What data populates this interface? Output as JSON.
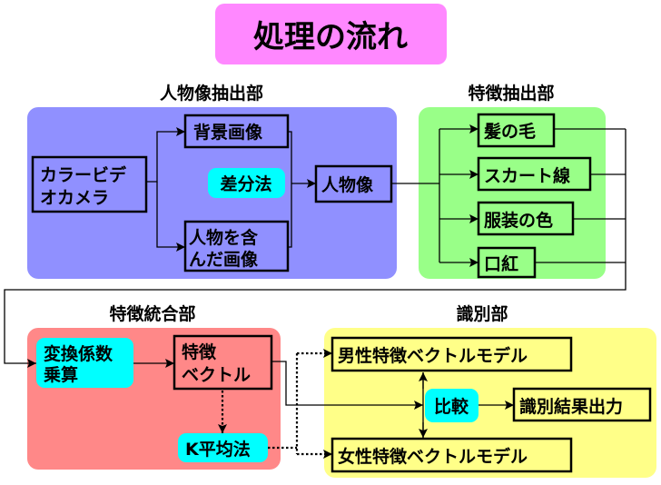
{
  "title": "処理の流れ",
  "colors": {
    "title_bg": "#ff88ff",
    "person_section": "#9090ff",
    "feature_section": "#99ff88",
    "integration_section": "#ff8888",
    "identification_section": "#ffff88",
    "method_box": "#00ffff"
  },
  "sections": {
    "person_extraction": {
      "label": "人物像抽出部",
      "nodes": {
        "camera_line1": "カラービデ",
        "camera_line2": "オカメラ",
        "background": "背景画像",
        "person_img_line1": "人物を含",
        "person_img_line2": "んだ画像",
        "diff_method": "差分法",
        "person": "人物像"
      }
    },
    "feature_extraction": {
      "label": "特徴抽出部",
      "nodes": [
        "髪の毛",
        "スカート線",
        "服装の色",
        "口紅"
      ]
    },
    "feature_integration": {
      "label": "特徴統合部",
      "nodes": {
        "transform_line1": "変換係数",
        "transform_line2": "乗算",
        "vector_line1": "特徴",
        "vector_line2": "ベクトル",
        "kmeans": "K平均法"
      }
    },
    "identification": {
      "label": "識別部",
      "nodes": {
        "male_model": "男性特徴ベクトルモデル",
        "female_model": "女性特徴ベクトルモデル",
        "compare": "比較",
        "output": "識別結果出力"
      }
    }
  }
}
